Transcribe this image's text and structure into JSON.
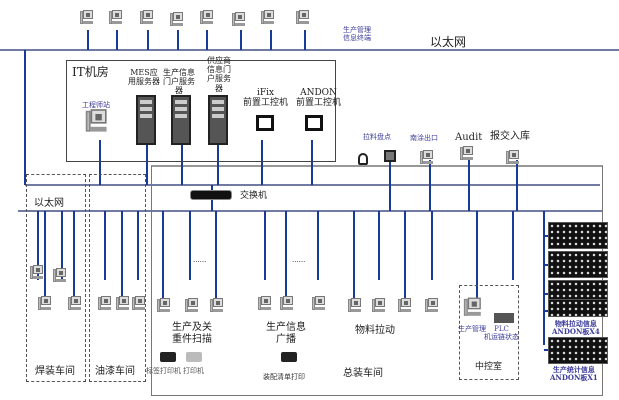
{
  "top": {
    "terminals_label": "生产管理信息终端",
    "ethernet_label": "以太网"
  },
  "it_room": {
    "title": "IT机房",
    "eng_station": "工程师站",
    "mes_server": "MES应用服务器",
    "prod_portal": "生产信息门户服务器",
    "supplier_portal": "供应商信息门户服务器",
    "ifix": "iFix\n前置工控机",
    "andon": "ANDON\n前置工控机"
  },
  "right_top": {
    "inventory": "拉料盘点",
    "paint_exit": "南涂出口",
    "audit": "Audit",
    "report_storage": "报交入库"
  },
  "switch": {
    "label": "交换机"
  },
  "left": {
    "ethernet_label": "以太网",
    "welding": "焊装车间",
    "painting": "油漆车间"
  },
  "assembly": {
    "scan": "生产及关\n重件扫描",
    "label_printer": "标签打印机",
    "printer": "打印机",
    "broadcast": "生产信息\n广播",
    "list_print": "装配清单打印",
    "material_pull": "物料拉动",
    "workshop": "总装车间",
    "dots": "......"
  },
  "control_room": {
    "title": "中控室",
    "prod_mgmt": "生产管理",
    "plc": "PLC\n机运链状态"
  },
  "andon_boards": {
    "pull": "物料拉动信息\nANDON板X4",
    "stats": "生产统计信息\nANDON板X1"
  }
}
